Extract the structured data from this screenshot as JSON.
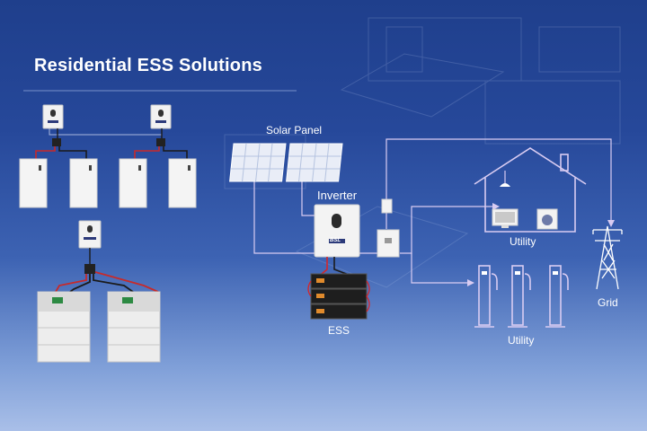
{
  "title": "Residential ESS Solutions",
  "labels": {
    "solar_panel": "Solar Panel",
    "inverter": "Inverter",
    "ess": "ESS",
    "utility_house": "Utility",
    "utility_chargers": "Utility",
    "grid": "Grid"
  },
  "brand": "BSL",
  "colors": {
    "background_top": "#1f3f8c",
    "background_bottom": "#a9bfe8",
    "line": "#d9ccf2",
    "cable_red": "#d4262a",
    "cable_black": "#1b1b1b",
    "equipment": "#f2f2f2"
  }
}
